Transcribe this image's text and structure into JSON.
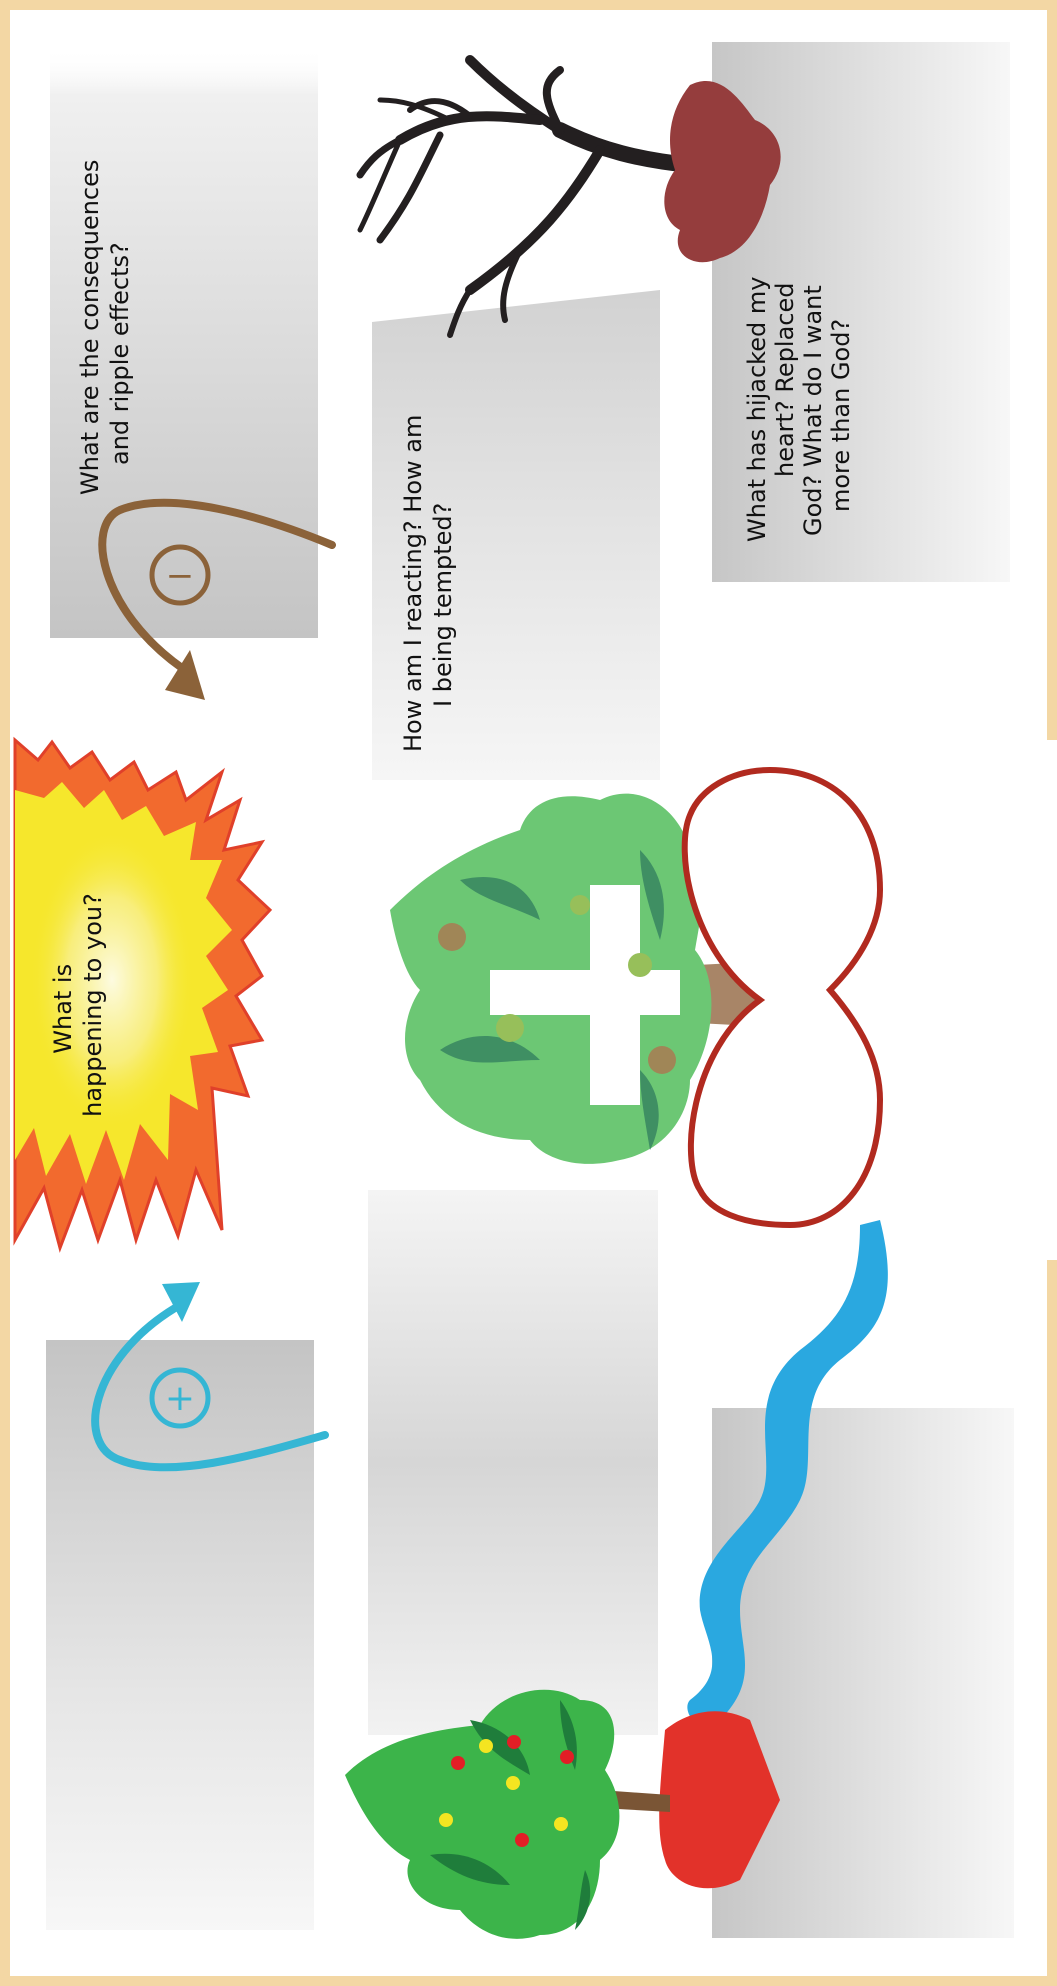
{
  "labels": {
    "consequences": [
      "What are the consequences",
      "and ripple effects?"
    ],
    "happening": [
      "What is",
      "happening to you?"
    ],
    "reacting": [
      "How am I reacting? How am",
      "I being tempted?"
    ],
    "hijacked": [
      "What has hijacked my",
      "heart? Replaced",
      "God? What do I want",
      "more than God?"
    ]
  },
  "symbols": {
    "minus": "−",
    "plus": "+"
  },
  "colors": {
    "frame": "#f3d7a4",
    "panel_dark": "#c9c9c9",
    "panel_light": "#ffffff",
    "burst_outer": "#f26a2e",
    "burst_inner": "#f6e72c",
    "burst_glow": "#fbf6b8",
    "arrow_minus": "#8b6239",
    "arrow_plus": "#35b6d4",
    "dead_tree": "#231f20",
    "dead_heart": "#953d3d",
    "good_heart": "#e2322a",
    "heart_outline": "#b12a1f",
    "river": "#2aa8e0",
    "leaf_bright": "#3cb44a",
    "leaf_dark": "#1f7d3b",
    "leaf_soft": "#6cc774",
    "leaf_soft_dark": "#3f8f63",
    "trunk": "#7a5535",
    "fruit_red": "#e21e26",
    "fruit_yellow": "#f4e521",
    "cross": "#ffffff"
  }
}
